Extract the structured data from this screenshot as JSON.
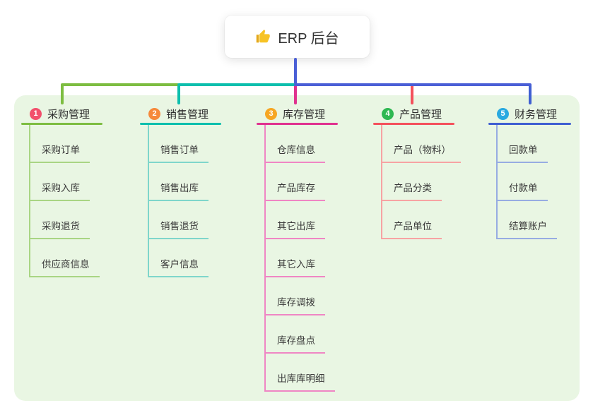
{
  "root": {
    "icon": "thumbs-up",
    "label": "ERP 后台"
  },
  "colors": {
    "page_bg": "#ffffff",
    "panel_bg": "#e9f6e3",
    "root_line": "#4a5fd6",
    "title_text": "#2e2e2e",
    "child_text": "#3a3a3a",
    "thumb_icon": "#f7c325"
  },
  "branches": [
    {
      "number": "1",
      "label": "采购管理",
      "badge_color": "#f2506c",
      "line_color": "#7dbd41",
      "child_line_color": "#a9d584",
      "children": [
        "采购订单",
        "采购入库",
        "采购退货",
        "供应商信息"
      ]
    },
    {
      "number": "2",
      "label": "销售管理",
      "badge_color": "#f6893b",
      "line_color": "#0cbfad",
      "child_line_color": "#7fd6cb",
      "children": [
        "销售订单",
        "销售出库",
        "销售退货",
        "客户信息"
      ]
    },
    {
      "number": "3",
      "label": "库存管理",
      "badge_color": "#f6a623",
      "line_color": "#e0328f",
      "child_line_color": "#ef86c4",
      "children": [
        "仓库信息",
        "产品库存",
        "其它出库",
        "其它入库",
        "库存调拨",
        "库存盘点",
        "出库库明细"
      ]
    },
    {
      "number": "4",
      "label": "产品管理",
      "badge_color": "#2eb852",
      "line_color": "#f4515c",
      "child_line_color": "#f7a3a3",
      "children": [
        "产品（物料）",
        "产品分类",
        "产品单位"
      ]
    },
    {
      "number": "5",
      "label": "财务管理",
      "badge_color": "#29a9e0",
      "line_color": "#3f5fd2",
      "child_line_color": "#97ace2",
      "children": [
        "回款单",
        "付款单",
        "结算账户"
      ]
    }
  ]
}
